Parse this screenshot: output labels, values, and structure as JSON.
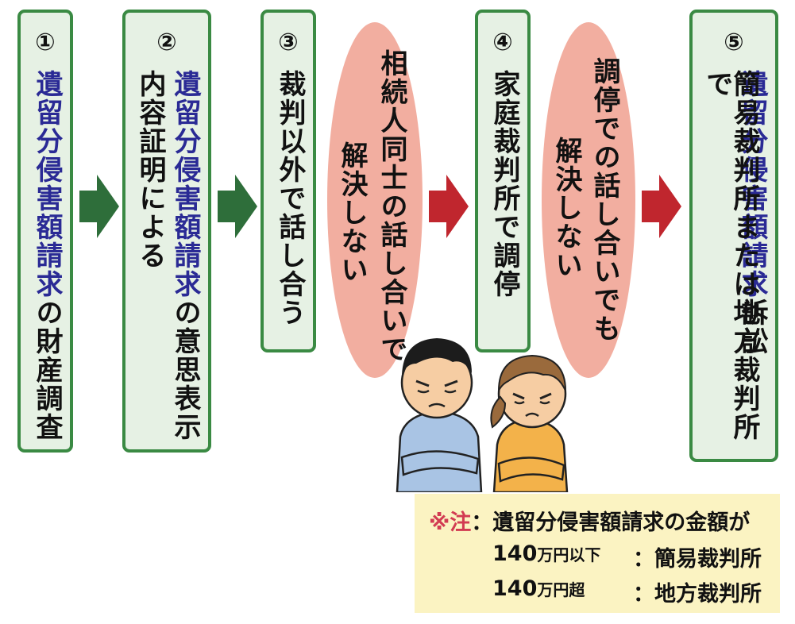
{
  "steps": [
    {
      "number": "①",
      "highlight": "遺留分侵害額請求",
      "rest": "の財産調査",
      "line2": ""
    },
    {
      "number": "②",
      "highlight": "遺留分侵害額請求",
      "rest": "の意思表示",
      "line2": "内容証明による"
    },
    {
      "number": "③",
      "highlight": "",
      "rest": "裁判以外で話し合う",
      "line2": ""
    },
    {
      "number": "④",
      "highlight": "",
      "rest": "家庭裁判所で調停",
      "line2": ""
    },
    {
      "number": "⑤",
      "highlight": "遺留分侵害額請求",
      "rest": "訴訟",
      "line2": "簡易裁判所または地方裁判所で"
    }
  ],
  "bubbles": [
    {
      "outer": "相続人同士の話し合いで",
      "inner": "解決しない"
    },
    {
      "outer": "調停での話し合いでも",
      "inner": "解決しない"
    }
  ],
  "note": {
    "mark": "※注",
    "colon": "：",
    "text": "遺留分侵害額請求の金額が",
    "rows": [
      {
        "amount": "140",
        "unit": "万円以下",
        "sep": "：",
        "court": "簡易裁判所"
      },
      {
        "amount": "140",
        "unit": "万円超",
        "sep": "：",
        "court": "地方裁判所"
      }
    ]
  },
  "colors": {
    "box_border": "#3a8a43",
    "box_fill": "#e6f1e4",
    "highlight": "#2a2a95",
    "arrow_green": "#2e6e3a",
    "arrow_red": "#c0262e",
    "bubble": "#f2aea0",
    "note_bg": "#fbf3c2",
    "note_mark": "#d23b52"
  }
}
